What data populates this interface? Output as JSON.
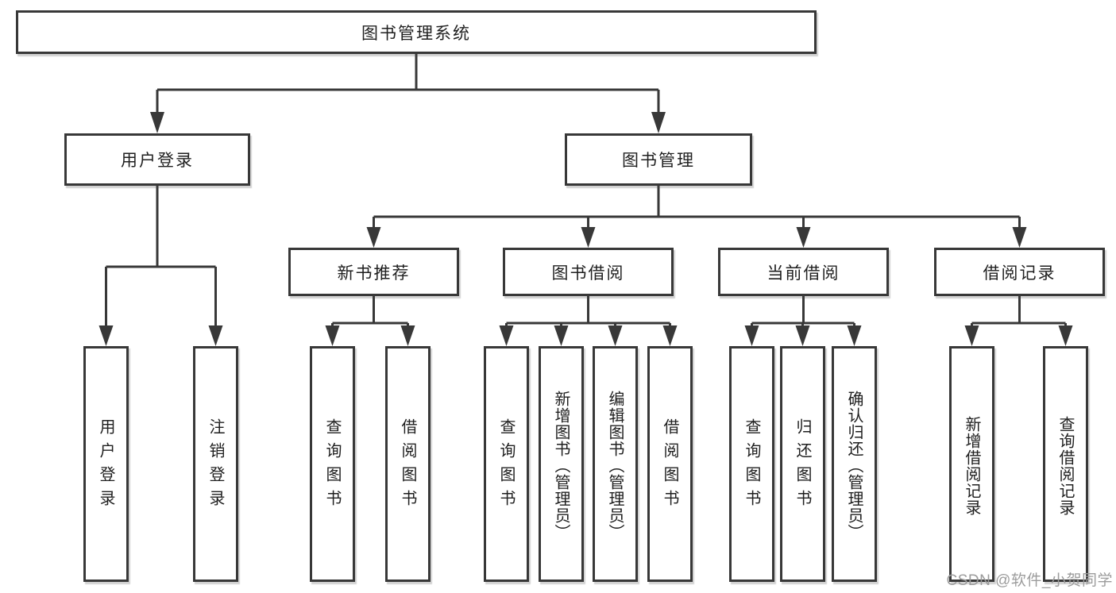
{
  "diagram": {
    "root": {
      "label": "图书管理系统"
    },
    "level2": [
      {
        "label": "用户登录"
      },
      {
        "label": "图书管理"
      }
    ],
    "level3": [
      {
        "label": "新书推荐"
      },
      {
        "label": "图书借阅"
      },
      {
        "label": "当前借阅"
      },
      {
        "label": "借阅记录"
      }
    ],
    "leaves": [
      {
        "label": "用户登录"
      },
      {
        "label": "注销登录"
      },
      {
        "label": "查询图书"
      },
      {
        "label": "借阅图书"
      },
      {
        "label": "查询图书"
      },
      {
        "label": "新增图书（管理员）"
      },
      {
        "label": "编辑图书（管理员）"
      },
      {
        "label": "借阅图书"
      },
      {
        "label": "查询图书"
      },
      {
        "label": "归还图书"
      },
      {
        "label": "确认归还（管理员）"
      },
      {
        "label": "新增借阅记录"
      },
      {
        "label": "查询借阅记录"
      }
    ]
  },
  "watermark": {
    "text": "CSDN @软件_小贺同学"
  },
  "colors": {
    "line": "#383838",
    "text": "#1f1f1f",
    "watermark": "#9c9c9c",
    "background": "#ffffff"
  }
}
